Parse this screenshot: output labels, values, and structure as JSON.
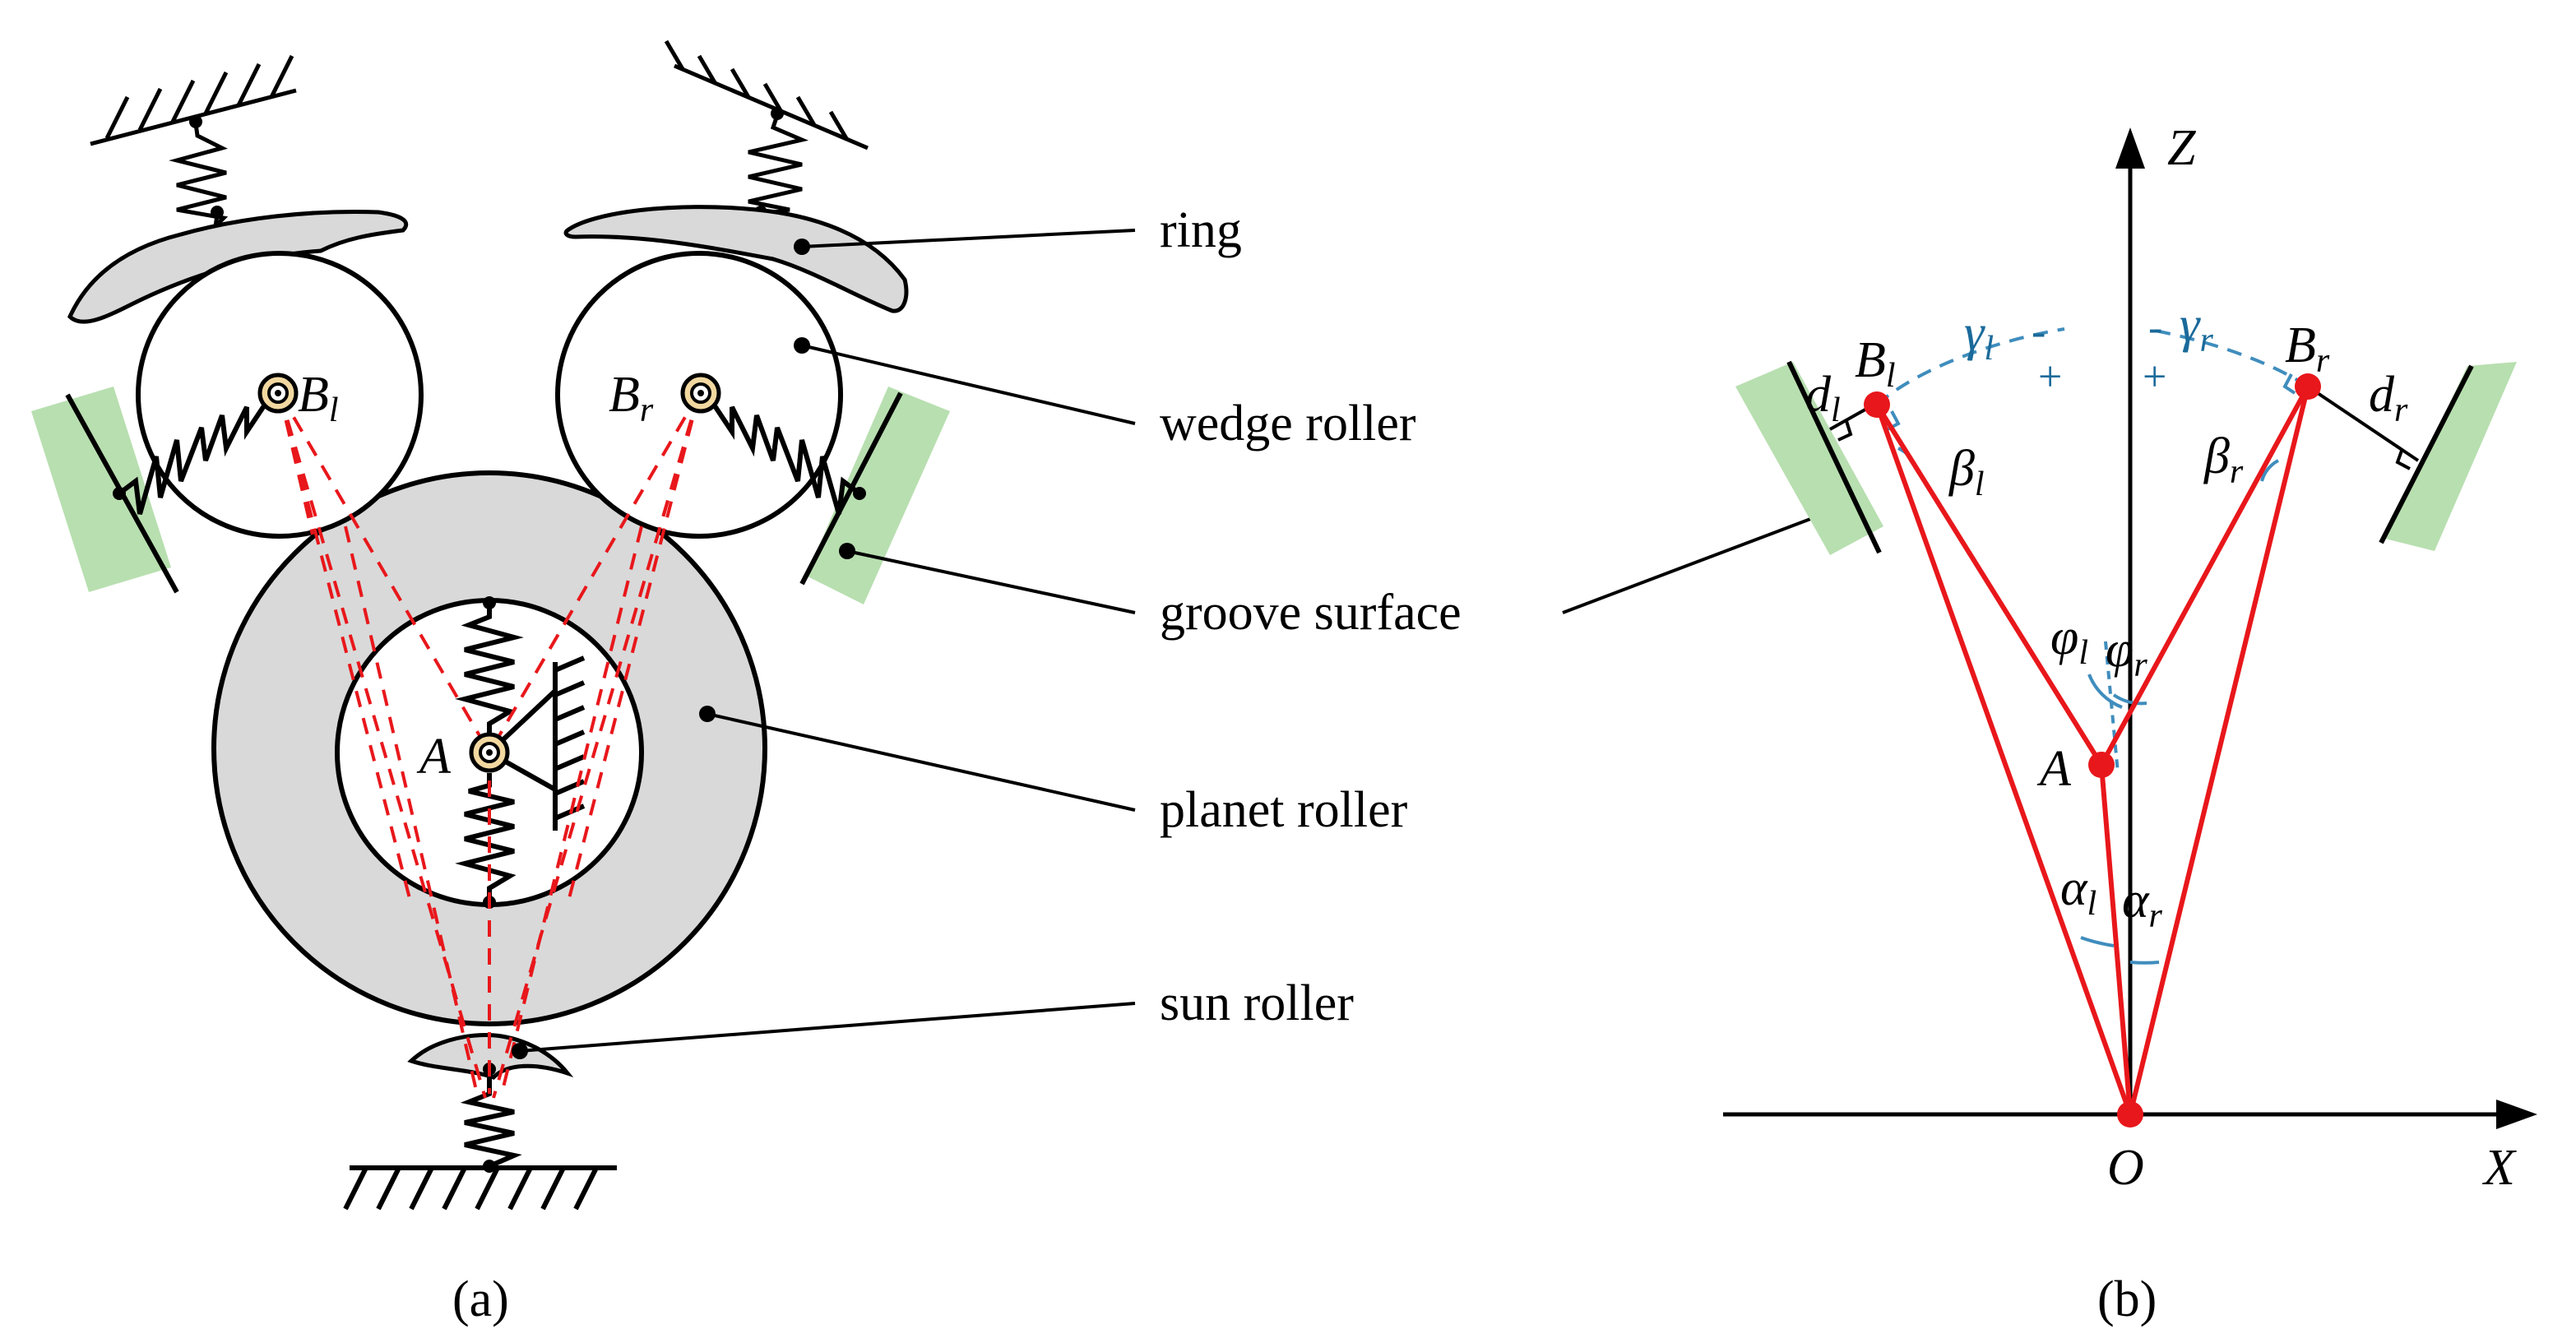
{
  "panel_a": {
    "caption": "(a)",
    "callouts": {
      "ring": "ring",
      "wedge_roller": "wedge roller",
      "groove_surface": "groove surface",
      "planet_roller": "planet roller",
      "sun_roller": "sun roller"
    },
    "points": {
      "bl_main": "B",
      "bl_sub": "l",
      "br_main": "B",
      "br_sub": "r",
      "a": "A"
    }
  },
  "panel_b": {
    "caption": "(b)",
    "axes": {
      "z": "Z",
      "x": "X",
      "origin": "O"
    },
    "points": {
      "a": "A",
      "bl_main": "B",
      "bl_sub": "l",
      "br_main": "B",
      "br_sub": "r"
    },
    "angles": {
      "gamma": "γ",
      "beta": "β",
      "phi": "φ",
      "alpha": "α",
      "d": "d",
      "sub_l": "l",
      "sub_r": "r"
    },
    "signs": {
      "plus": "+",
      "minus": "-"
    }
  },
  "colors": {
    "red": "#e8171b",
    "blue_dash": "#3f8dbd",
    "green": "#b8dfb0",
    "gray": "#d9d9d9",
    "pin_fill": "#f2d8a0"
  }
}
